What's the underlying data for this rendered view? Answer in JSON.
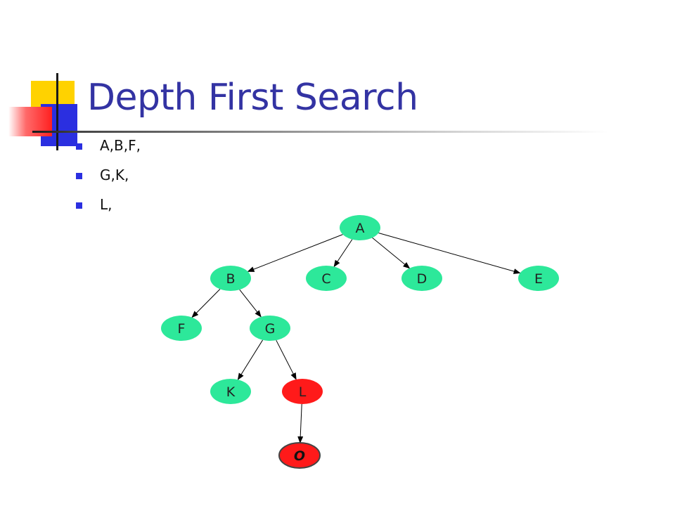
{
  "slide": {
    "title": "Depth First Search",
    "bullets": [
      "A,B,F,",
      "G,K,",
      "L,"
    ]
  },
  "tree": {
    "nodes": [
      {
        "id": "A",
        "label": "A",
        "color": "#2de89a"
      },
      {
        "id": "B",
        "label": "B",
        "color": "#2de89a"
      },
      {
        "id": "C",
        "label": "C",
        "color": "#2de89a"
      },
      {
        "id": "D",
        "label": "D",
        "color": "#2de89a"
      },
      {
        "id": "E",
        "label": "E",
        "color": "#2de89a"
      },
      {
        "id": "F",
        "label": "F",
        "color": "#2de89a"
      },
      {
        "id": "G",
        "label": "G",
        "color": "#2de89a"
      },
      {
        "id": "K",
        "label": "K",
        "color": "#2de89a"
      },
      {
        "id": "L",
        "label": "L",
        "color": "#ff1a1a"
      },
      {
        "id": "O",
        "label": "O",
        "color": "#ff1a1a"
      }
    ],
    "edges": [
      [
        "A",
        "B"
      ],
      [
        "A",
        "C"
      ],
      [
        "A",
        "D"
      ],
      [
        "A",
        "E"
      ],
      [
        "B",
        "F"
      ],
      [
        "B",
        "G"
      ],
      [
        "G",
        "K"
      ],
      [
        "G",
        "L"
      ],
      [
        "L",
        "O"
      ]
    ]
  },
  "colors": {
    "title": "#3333a3",
    "bullet_marker": "#2b2fe0",
    "visited_node": "#2de89a",
    "current_node": "#ff1a1a"
  }
}
